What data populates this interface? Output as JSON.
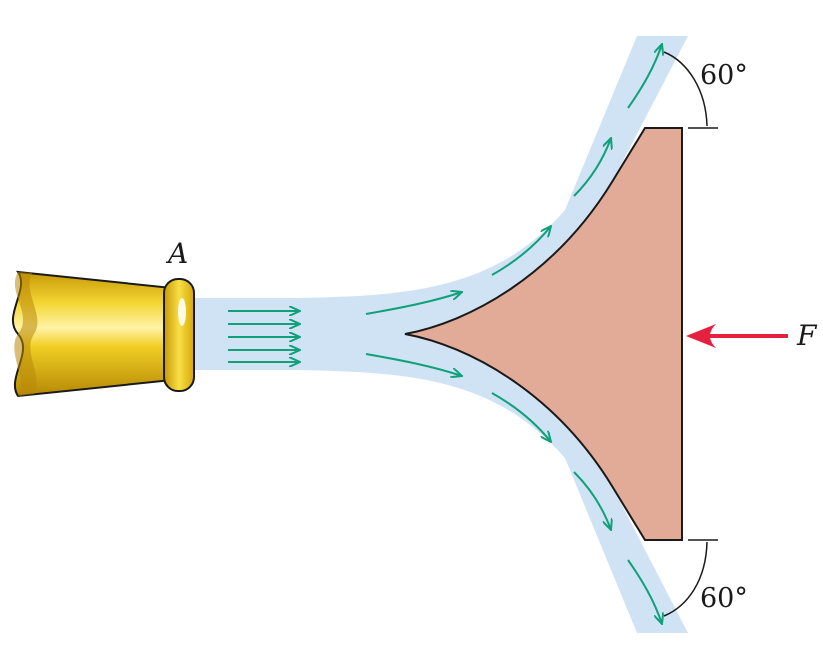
{
  "labels": {
    "nozzle": "A",
    "force": "F",
    "angle_top": "60°",
    "angle_bottom": "60°"
  },
  "colors": {
    "jet": "#cfe3f4",
    "vane": "#e2ab97",
    "arrow": "#10a07a",
    "force": "#e8203f",
    "nozzle": "#e9c21c",
    "outline": "#1a1a1a"
  }
}
